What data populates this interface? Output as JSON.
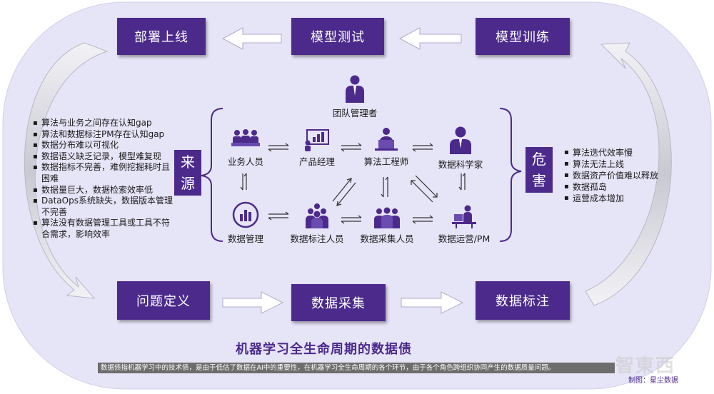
{
  "title": "机器学习全生命周期的数据债",
  "footnote": "数据债指机器学习中的技术债，是由于低估了数据在AI中的重要性，在机器学习全生命周期的各个环节，由于各个角色跨组织协同产生的数据质量问题。",
  "credit": "制图：星尘数据",
  "watermark": "智東西",
  "colors": {
    "accent": "#4b2a8c",
    "background": "#e6e4f7",
    "white": "#ffffff"
  },
  "lifecycle": {
    "top": [
      "部署上线",
      "模型测试",
      "模型训练"
    ],
    "bottom": [
      "问题定义",
      "数据采集",
      "数据标注"
    ]
  },
  "left_panel": {
    "label": [
      "来",
      "源"
    ],
    "items": [
      "算法与业务之间存在认知gap",
      "算法和数据标注PM存在认知gap",
      "数据分布难以可视化",
      "数据语义缺乏记录，模型难复现",
      "数据指标不完善，难例挖掘耗时且困难",
      "数据量巨大，数据检索效率低",
      "DataOps系统缺失，数据版本管理不完善",
      "算法没有数据管理工具或工具不符合需求，影响效率"
    ]
  },
  "right_panel": {
    "label": [
      "危",
      "害"
    ],
    "items": [
      "算法迭代效率慢",
      "算法无法上线",
      "数据资产价值难以释放",
      "数据孤岛",
      "运营成本增加"
    ]
  },
  "roles": {
    "manager": {
      "label": "团队管理者",
      "icon": "manager-icon"
    },
    "business": {
      "label": "业务人员",
      "icon": "meeting-icon"
    },
    "product": {
      "label": "产品经理",
      "icon": "presentation-icon"
    },
    "algorithm": {
      "label": "算法工程师",
      "icon": "laptop-person-icon"
    },
    "scientist": {
      "label": "数据科学家",
      "icon": "person-icon"
    },
    "data_mgmt": {
      "label": "数据管理",
      "icon": "bar-chart-icon"
    },
    "annotator": {
      "label": "数据标注人员",
      "icon": "group-icon"
    },
    "collector": {
      "label": "数据采集人员",
      "icon": "team-icon"
    },
    "ops": {
      "label": "数据运营/PM",
      "icon": "desk-person-icon"
    }
  }
}
